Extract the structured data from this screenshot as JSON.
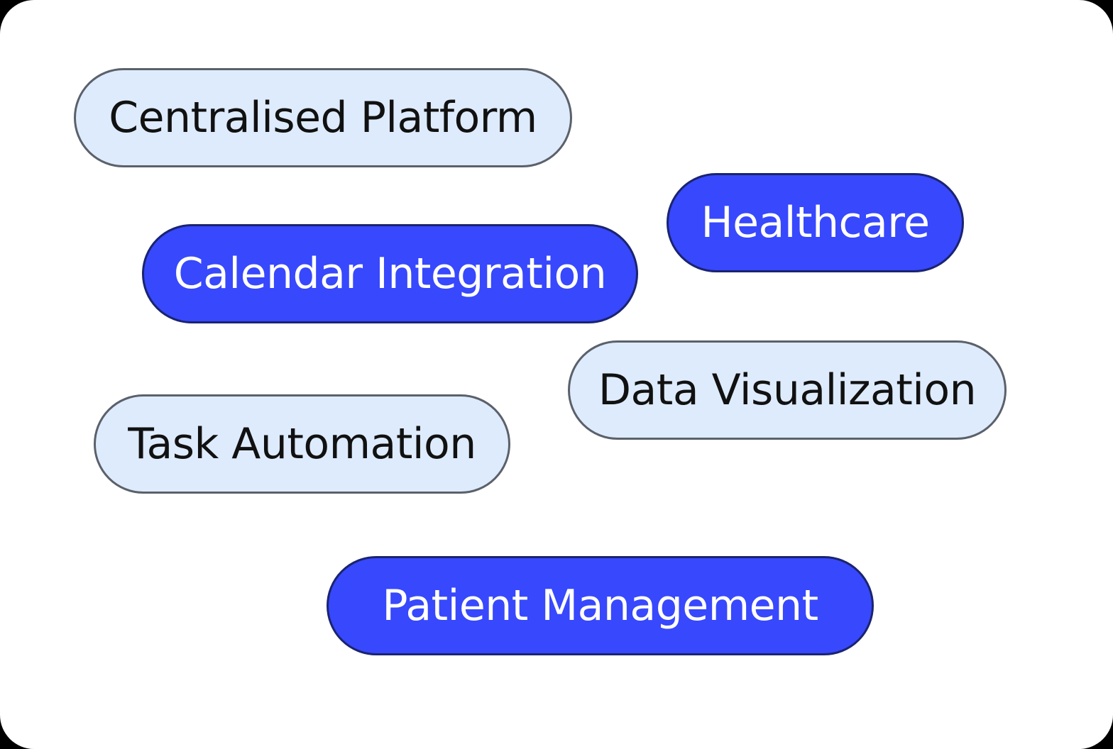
{
  "tags": [
    {
      "label": "Centralised Platform",
      "style": "light"
    },
    {
      "label": "Healthcare",
      "style": "dark"
    },
    {
      "label": "Calendar Integration",
      "style": "dark"
    },
    {
      "label": "Data Visualization",
      "style": "light"
    },
    {
      "label": "Task Automation",
      "style": "light"
    },
    {
      "label": "Patient Management",
      "style": "dark"
    }
  ],
  "colors": {
    "light_fill": "#deebfc",
    "dark_fill": "#3748fd",
    "light_text": "#111111",
    "dark_text": "#ffffff",
    "outline": "#555b66"
  }
}
